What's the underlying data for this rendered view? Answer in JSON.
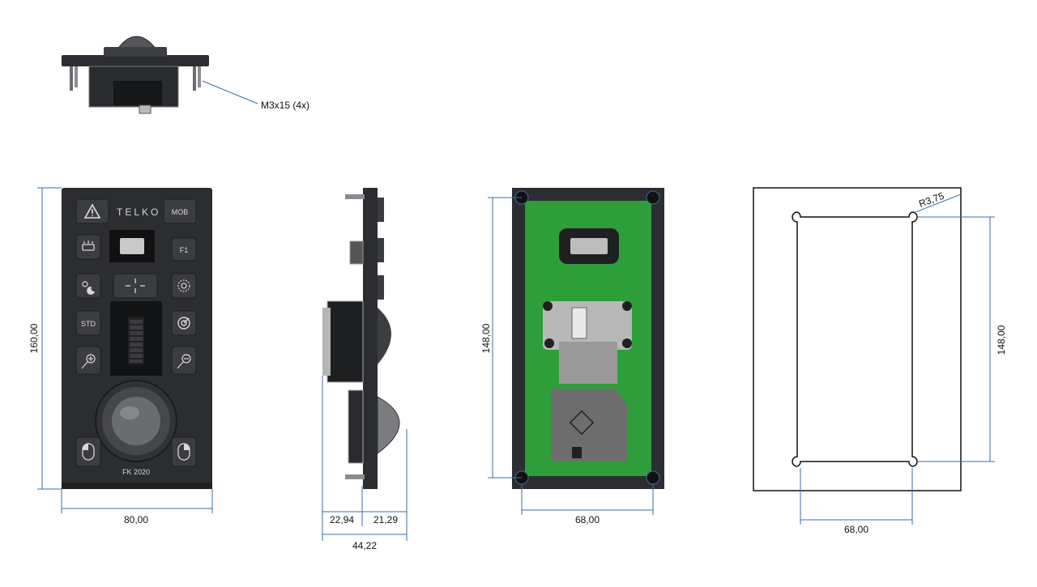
{
  "top_view": {
    "screw_label": "M3x15 (4x)"
  },
  "front_view": {
    "brand": "TELKO",
    "model": "FK 2020",
    "buttons": {
      "warning": "warning-icon",
      "mob": "MOB",
      "f1": "F1",
      "std": "STD"
    },
    "height": "160,00",
    "width": "80,00"
  },
  "side_view": {
    "depth_front": "22,94",
    "depth_back": "21,29",
    "depth_total": "44,22"
  },
  "rear_view": {
    "hole_height": "148,00",
    "hole_width": "68,00"
  },
  "cutout_view": {
    "radius": "R3,75",
    "height": "148,00",
    "width": "68,00"
  }
}
